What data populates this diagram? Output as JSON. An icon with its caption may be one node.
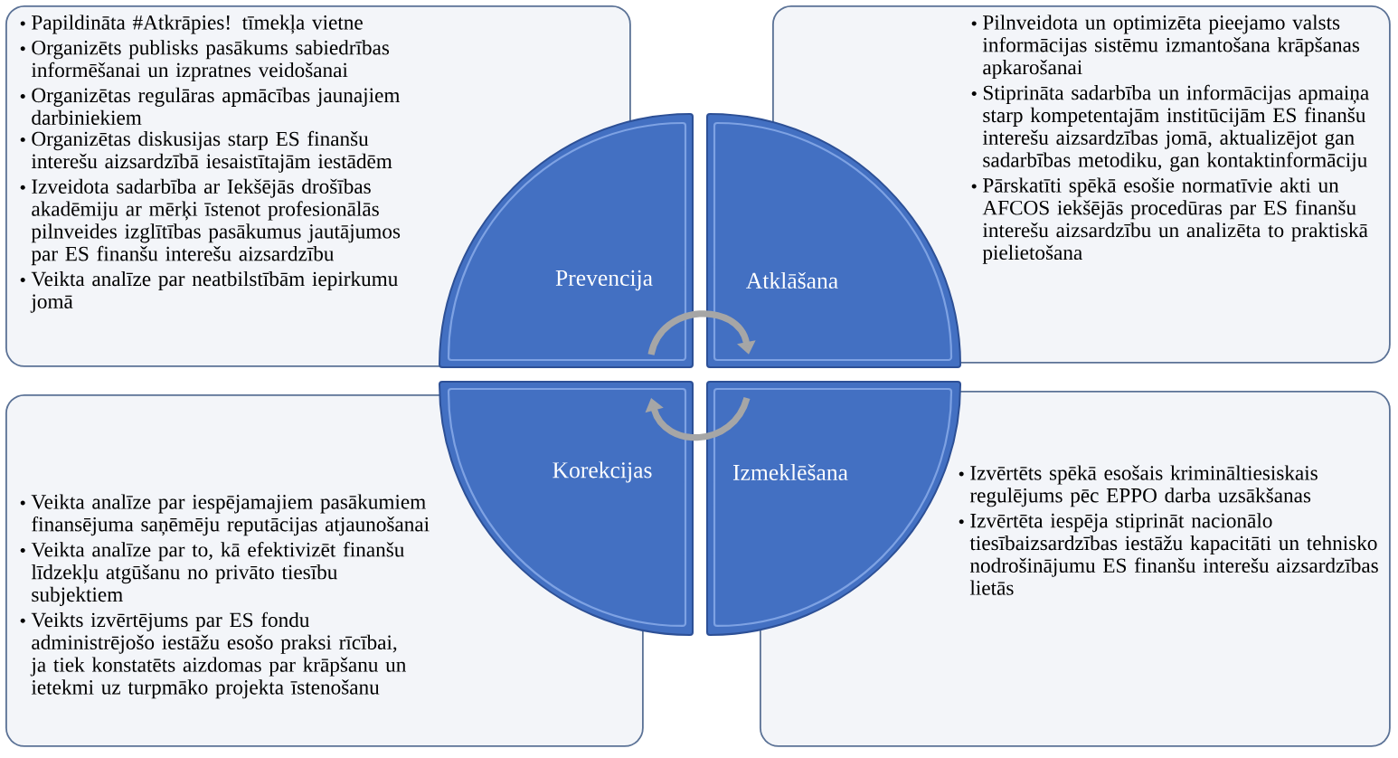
{
  "diagram": {
    "nodes": [
      {
        "text": [
          "Papildināta #Atkrāpies! tīmekļa vietne",
          "Organizēts publisks pasākums sabiedrības informēšanai un izpratnes veidošanai",
          "Organizētas regulāras apmācības jaunajiem darbiniekiem",
          "Organizētas diskusijas starp ES finanšu interešu aizsardzībā iesaistītajām iestādēm",
          "Izveidota sadarbība ar Iekšējās drošības akadēmiju ar mērķi īstenot profesionālās pilnveides izglītības pasākumus jautājumos par ES finanšu interešu aizsardzību",
          "Veikta analīze par neatbilstībām iepirkumu jomā"
        ]
      },
      {
        "text": [
          "Pilnveidota un optimizēta pieejamo valsts informācijas sistēmu izmantošana krāpšanas apkarošanai",
          "Stiprināta sadarbība un informācijas apmaiņa starp kompetentajām institūcijām ES finanšu interešu aizsardzības jomā, aktualizējot gan sadarbības metodiku, gan kontaktinformāciju",
          "Pārskatīti spēkā esošie normatīvie akti un AFCOS iekšējās procedūras par ES finanšu interešu aizsardzību un analizēta to praktiskā pielietošana"
        ]
      },
      {
        "text": [
          "Prevencija"
        ]
      },
      {
        "text": [
          "Atklāšana"
        ]
      },
      {
        "text": [
          "Korekcijas"
        ]
      },
      {
        "text": [
          "Izmeklēšana"
        ]
      },
      {
        "text": [
          "Veikta analīze par iespējamajiem pasākumiem finansējuma saņēmēju reputācijas atjaunošanai",
          "Veikta analīze par to, kā efektivizēt finanšu līdzekļu atgūšanu no privāto tiesību subjektiem",
          "Veikts izvērtējums par ES fondu administrējošo iestāžu esošo praksi rīcībai, ja tiek konstatēts aizdomas par krāpšanu un ietekmi uz turpmāko projekta īstenošanu"
        ]
      },
      {
        "text": [
          "Izvērtēts spēkā esošais krimināltiesiskais regulējums pēc EPPO darba uzsākšanas",
          "Izvērtēta iespēja stiprināt nacionālo tiesībaizsardzības iestāžu kapacitāti un tehnisko nodrošinājumu ES finanšu interešu aizsardzības lietās"
        ]
      }
    ],
    "edges": [
      {
        "from": 2,
        "to": 3,
        "arrow": "to"
      },
      {
        "from": 5,
        "to": 4,
        "arrow": "to"
      }
    ]
  }
}
